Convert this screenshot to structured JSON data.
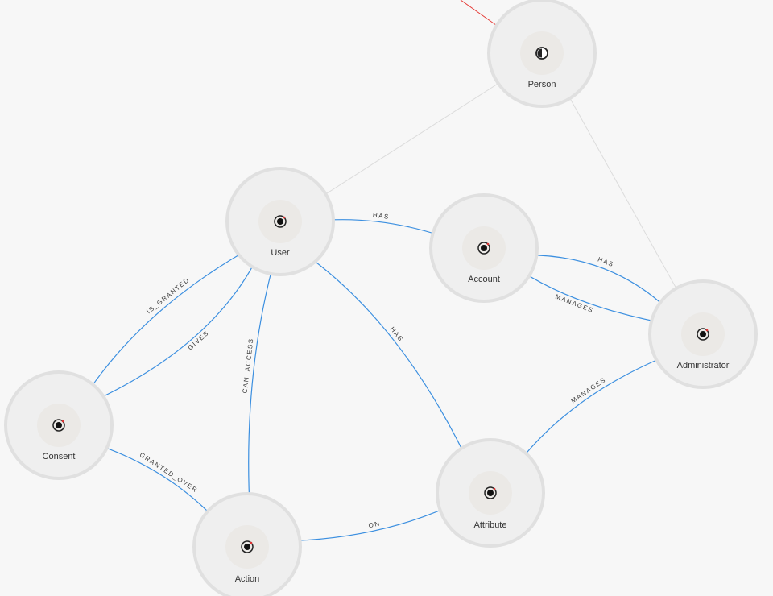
{
  "colors": {
    "background": "#f7f7f7",
    "node_ring": "#e1e1e1",
    "node_fill": "#f1f1f1",
    "node_inner": "#ebe9e6",
    "edge": "#3b8fe0",
    "faint_edge": "#dcdcdc",
    "incoming_edge": "#e53935",
    "label": "#333333"
  },
  "nodes": [
    {
      "id": "person",
      "label": "Person",
      "icon": "half-filled-circle-icon"
    },
    {
      "id": "user",
      "label": "User",
      "icon": "target-icon"
    },
    {
      "id": "account",
      "label": "Account",
      "icon": "target-icon"
    },
    {
      "id": "administrator",
      "label": "Administrator",
      "icon": "target-icon"
    },
    {
      "id": "consent",
      "label": "Consent",
      "icon": "target-icon"
    },
    {
      "id": "action",
      "label": "Action",
      "icon": "target-icon"
    },
    {
      "id": "attribute",
      "label": "Attribute",
      "icon": "target-icon"
    }
  ],
  "edges": [
    {
      "id": "user-has-account",
      "from": "user",
      "to": "account",
      "label": "HAS"
    },
    {
      "id": "admin-has-account",
      "from": "administrator",
      "to": "account",
      "label": "HAS"
    },
    {
      "id": "admin-manages-account",
      "from": "administrator",
      "to": "account",
      "label": "MANAGES"
    },
    {
      "id": "user-is-granted-consent",
      "from": "user",
      "to": "consent",
      "label": "IS_GRANTED"
    },
    {
      "id": "user-gives-consent",
      "from": "user",
      "to": "consent",
      "label": "GIVES"
    },
    {
      "id": "user-can-access-action",
      "from": "user",
      "to": "action",
      "label": "CAN_ACCESS"
    },
    {
      "id": "user-has-attribute",
      "from": "user",
      "to": "attribute",
      "label": "HAS"
    },
    {
      "id": "admin-manages-attribute",
      "from": "administrator",
      "to": "attribute",
      "label": "MANAGES"
    },
    {
      "id": "consent-granted-over-action",
      "from": "consent",
      "to": "action",
      "label": "GRANTED_OVER"
    },
    {
      "id": "action-on-attribute",
      "from": "action",
      "to": "attribute",
      "label": "ON"
    }
  ],
  "faint_links": [
    {
      "id": "user-person-link",
      "from": "user",
      "to": "person"
    },
    {
      "id": "person-admin-link",
      "from": "person",
      "to": "administrator"
    }
  ]
}
